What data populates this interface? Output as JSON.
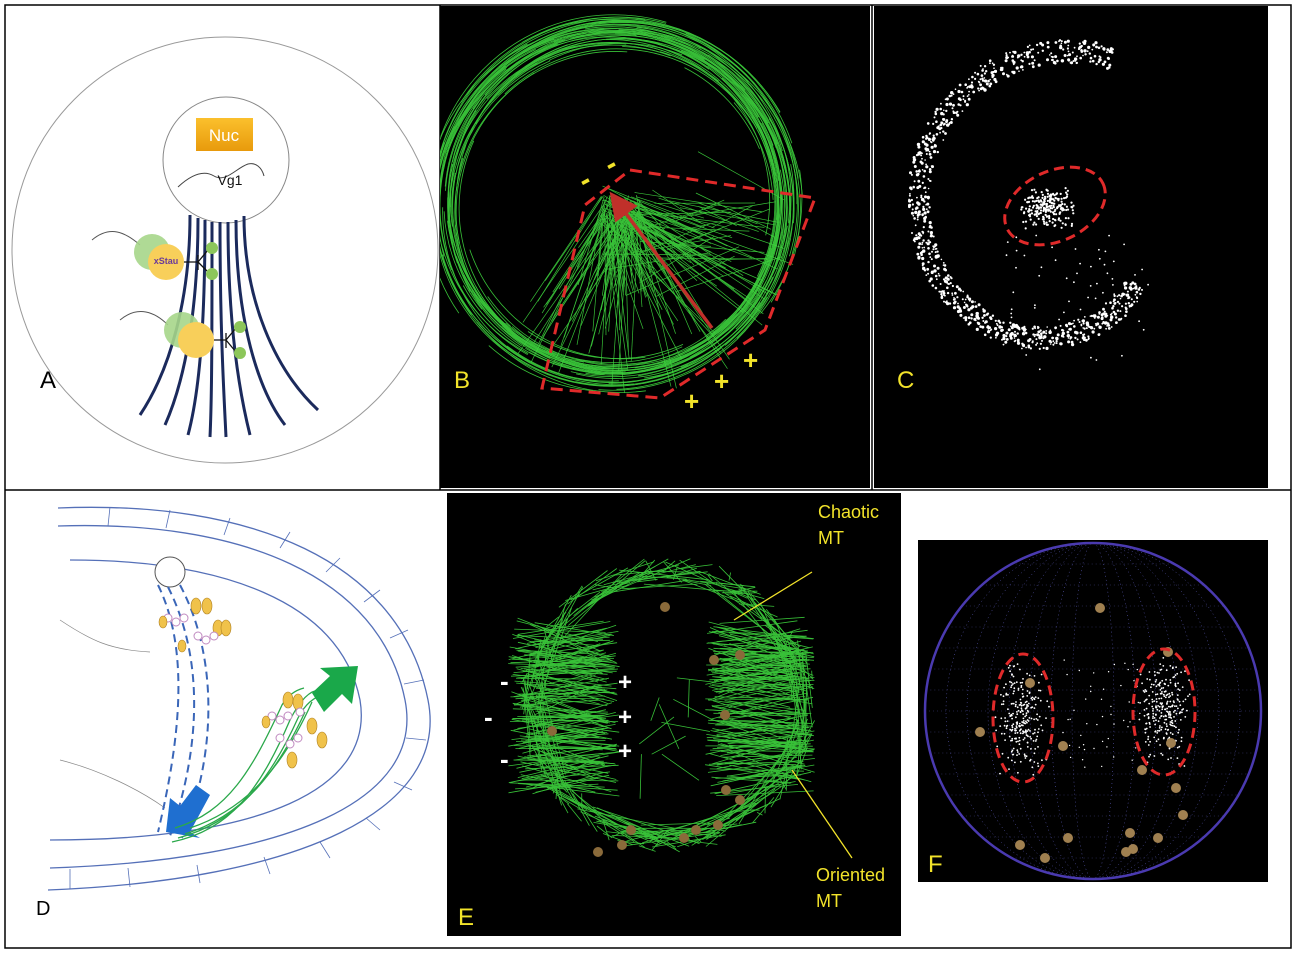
{
  "panel_a": {
    "letter": "A",
    "nucleus_label": "Nuc",
    "rna_label": "Vg1",
    "protein_label": "xStau"
  },
  "panel_b": {
    "letter": "B",
    "minus_signs": [
      "-",
      "-"
    ],
    "plus_signs": [
      "+",
      "+",
      "+"
    ]
  },
  "panel_c": {
    "letter": "C"
  },
  "panel_d": {
    "letter": "D"
  },
  "panel_e": {
    "letter": "E",
    "minus_signs": [
      "-",
      "-",
      "-"
    ],
    "plus_signs": [
      "+",
      "+",
      "+"
    ],
    "chaotic_label": [
      "Chaotic",
      "MT"
    ],
    "oriented_label": [
      "Oriented",
      "MT"
    ]
  },
  "panel_f": {
    "letter": "F"
  },
  "colors": {
    "microtubule_green": "#3fd63f",
    "label_yellow": "#f2e32a",
    "dashed_red": "#e02a2a",
    "arrow_red": "#c0302a",
    "dark_navy": "#1b2a5c",
    "nucleus_orange": "#f6b415",
    "outline_blue": "#5570b8",
    "arrow_blue": "#1f6fd0",
    "arrow_green": "#1aa84a",
    "granule_tan": "#a08050"
  }
}
